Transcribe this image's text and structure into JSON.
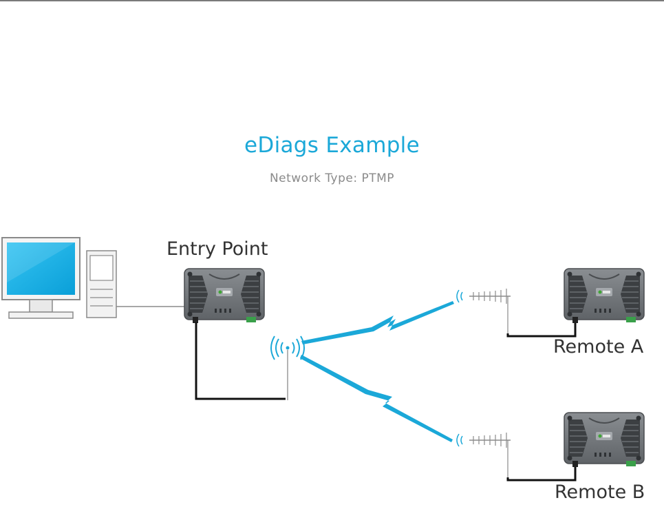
{
  "diagram": {
    "title": "eDiags Example",
    "subtitle": "Network Type: PTMP",
    "nodes": {
      "entry_point": {
        "label": "Entry Point"
      },
      "remote_a": {
        "label": "Remote A"
      },
      "remote_b": {
        "label": "Remote B"
      }
    },
    "colors": {
      "title": "#1ba8d8",
      "subtitle": "#8a8a8a",
      "label": "#333333",
      "radio_link": "#1ba8d8",
      "cable": "#111111",
      "device_body": "#6f7377",
      "monitor_screen": "#1ab0e6"
    },
    "icons": [
      "computer-icon",
      "radio-modem-icon",
      "omni-antenna-icon",
      "yagi-antenna-icon",
      "wireless-signal-icon"
    ]
  }
}
